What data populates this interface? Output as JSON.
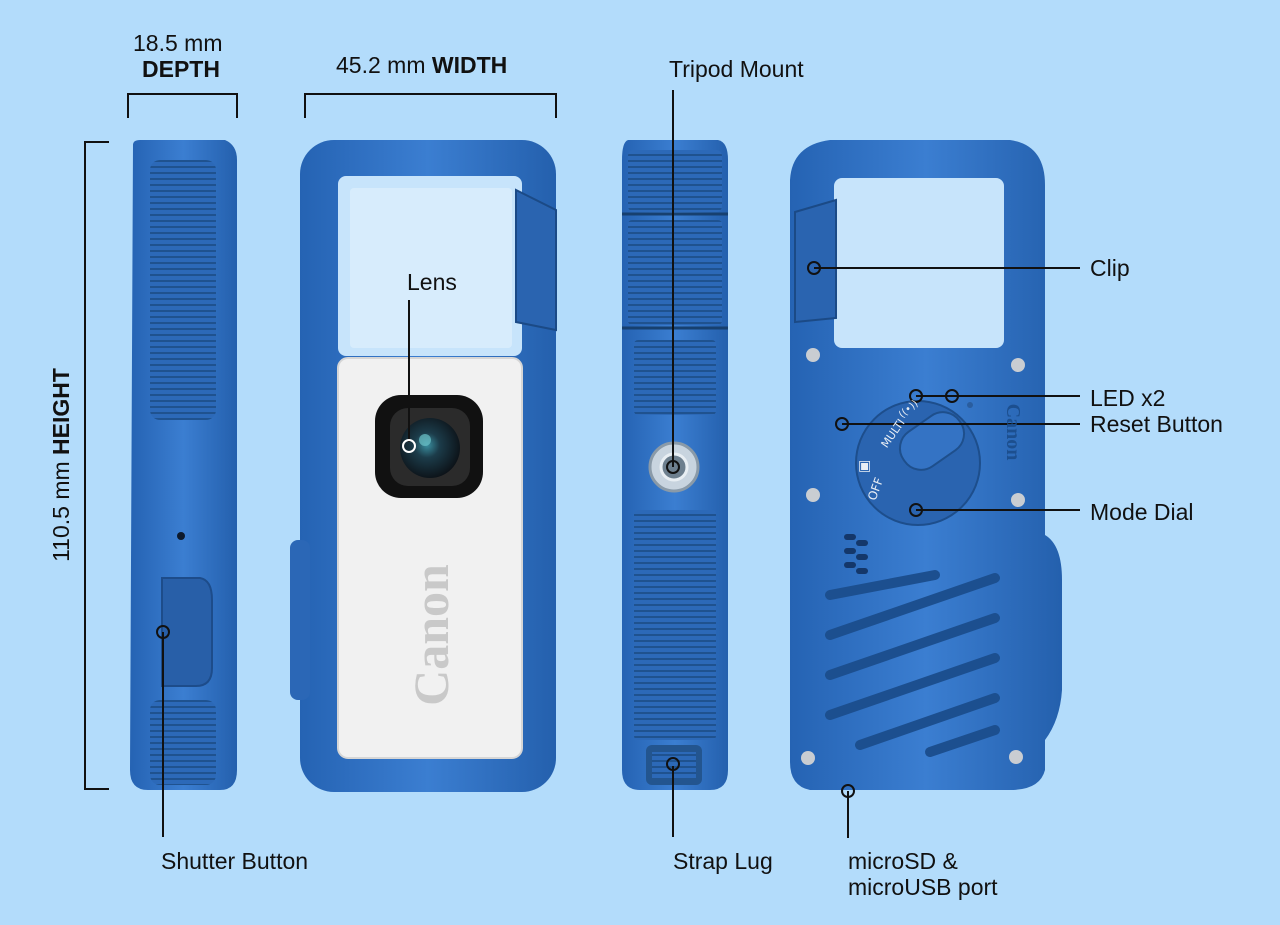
{
  "dimensions": {
    "depth_value": "18.5 mm",
    "depth_label": "DEPTH",
    "width_value": "45.2 mm",
    "width_label": "WIDTH",
    "height_value": "110.5 mm",
    "height_label": "HEIGHT"
  },
  "callouts": {
    "tripod_mount": "Tripod Mount",
    "lens": "Lens",
    "clip": "Clip",
    "led": "LED x2",
    "reset_button": "Reset Button",
    "mode_dial": "Mode Dial",
    "shutter_button": "Shutter Button",
    "strap_lug": "Strap Lug",
    "port_line1": "microSD &",
    "port_line2": "microUSB port"
  },
  "camera_text": {
    "brand": "Canon",
    "dial_wifi": "((•))",
    "dial_multi": "MULTI",
    "dial_off": "OFF"
  },
  "colors": {
    "background": "#b3dcfb",
    "body_blue": "#2f6fc0",
    "body_blue_dark": "#235ba4",
    "white_panel": "#f1f1f1",
    "ink": "#111111"
  }
}
